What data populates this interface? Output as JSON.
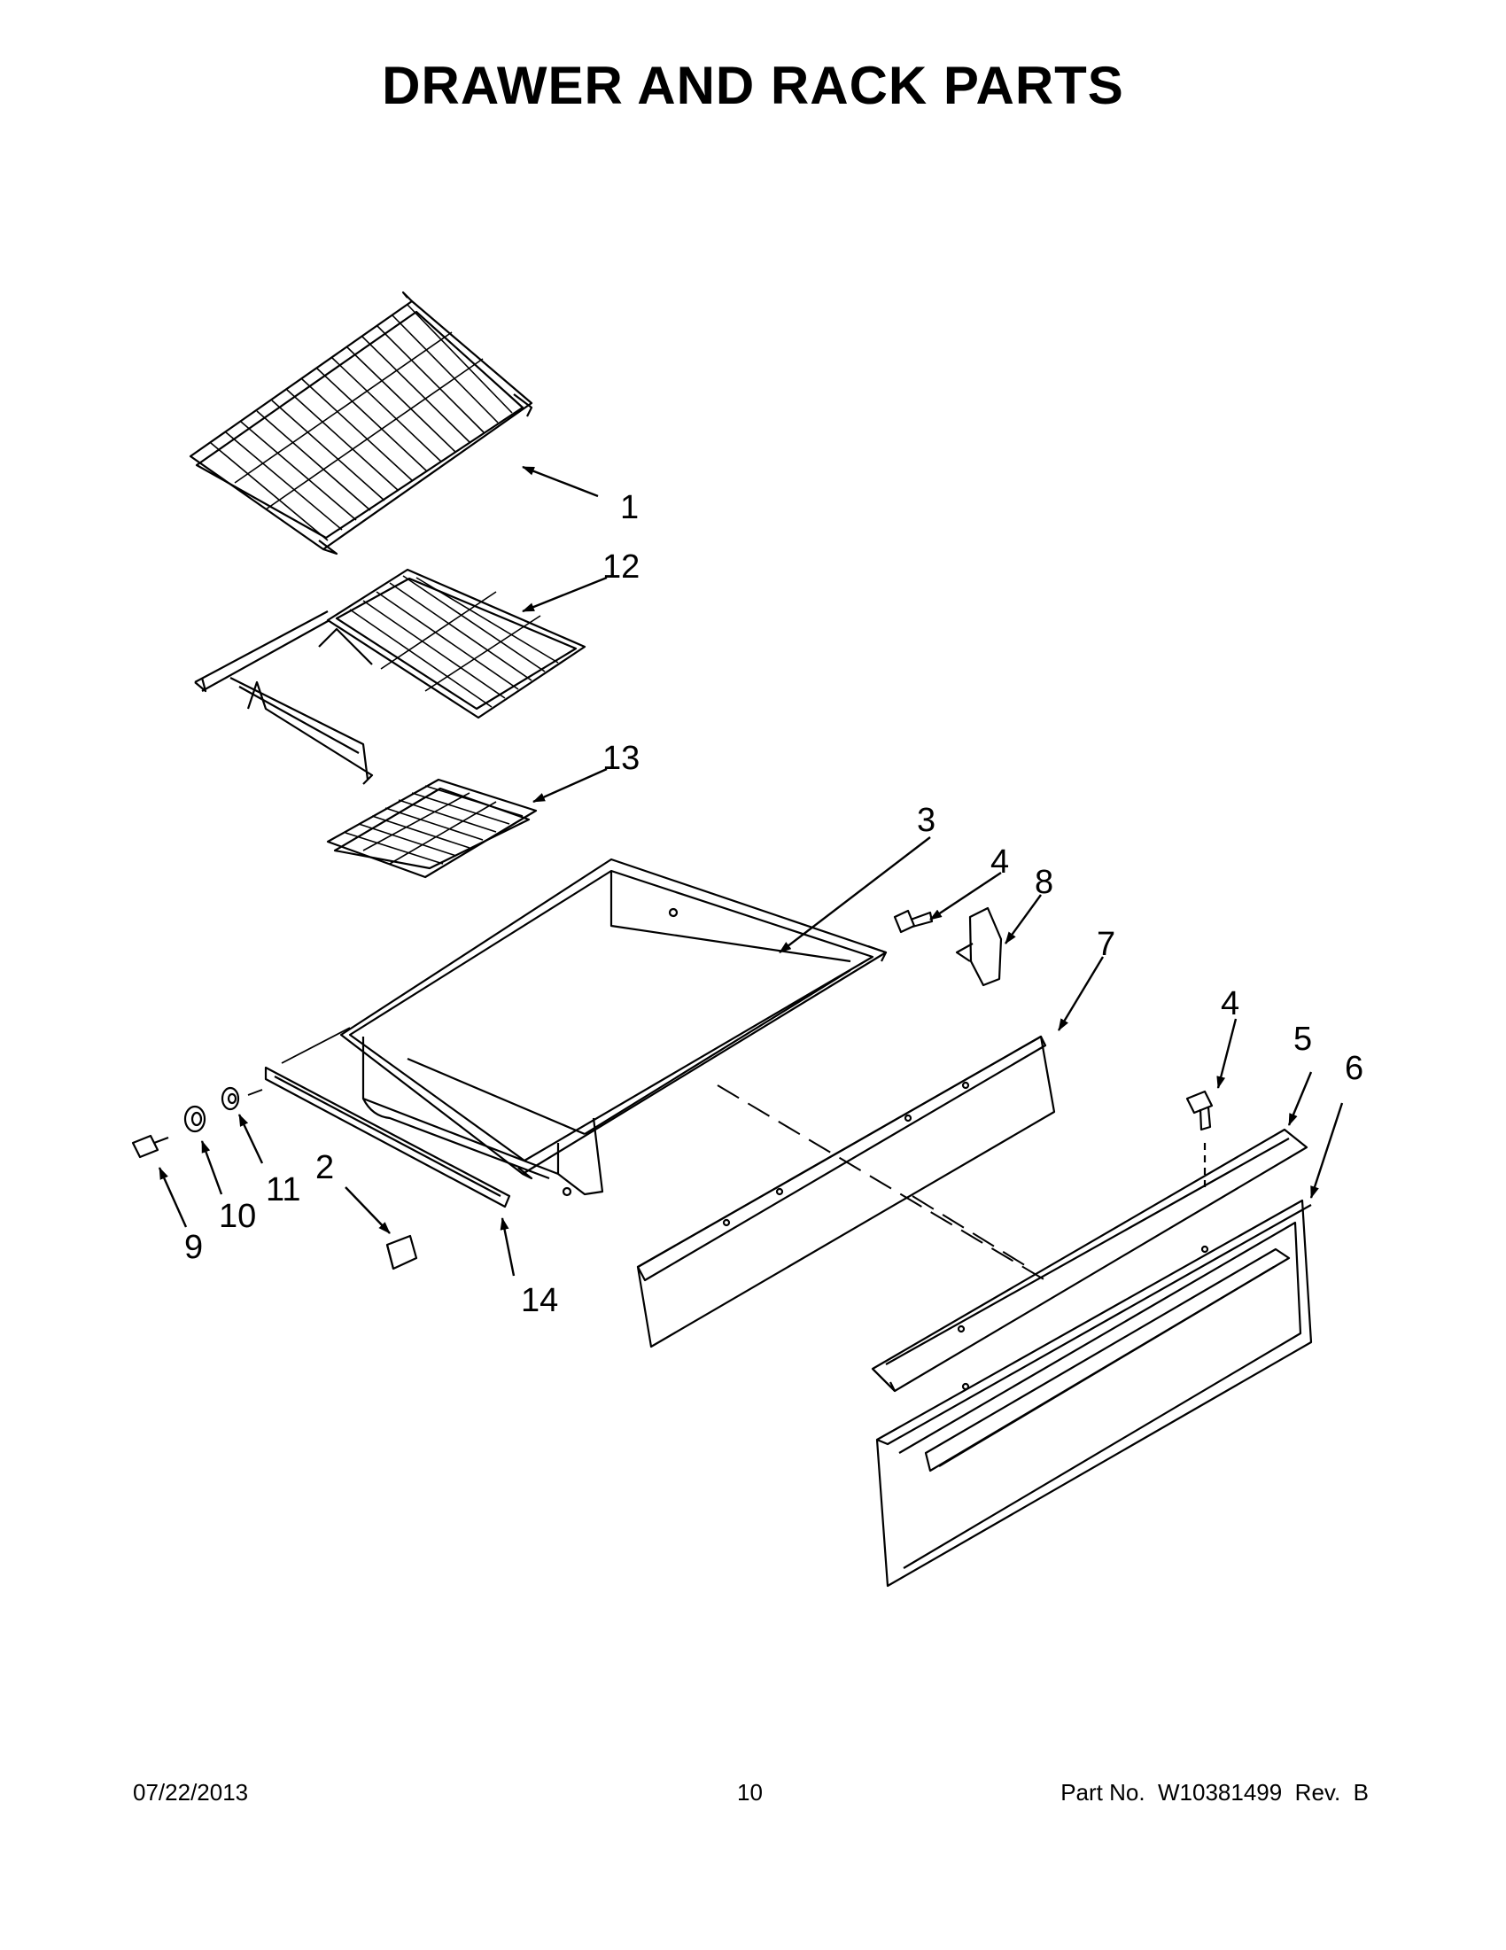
{
  "page": {
    "title": "DRAWER AND RACK PARTS"
  },
  "callouts": [
    {
      "id": "c1",
      "label": "1"
    },
    {
      "id": "c12",
      "label": "12"
    },
    {
      "id": "c13",
      "label": "13"
    },
    {
      "id": "c3",
      "label": "3"
    },
    {
      "id": "c4a",
      "label": "4"
    },
    {
      "id": "c8",
      "label": "8"
    },
    {
      "id": "c7",
      "label": "7"
    },
    {
      "id": "c4b",
      "label": "4"
    },
    {
      "id": "c5",
      "label": "5"
    },
    {
      "id": "c6",
      "label": "6"
    },
    {
      "id": "c2",
      "label": "2"
    },
    {
      "id": "c11",
      "label": "11"
    },
    {
      "id": "c10",
      "label": "10"
    },
    {
      "id": "c9",
      "label": "9"
    },
    {
      "id": "c14",
      "label": "14"
    }
  ],
  "footer": {
    "date": "07/22/2013",
    "page_number": "10",
    "part_number": "Part No.  W10381499  Rev.  B"
  }
}
